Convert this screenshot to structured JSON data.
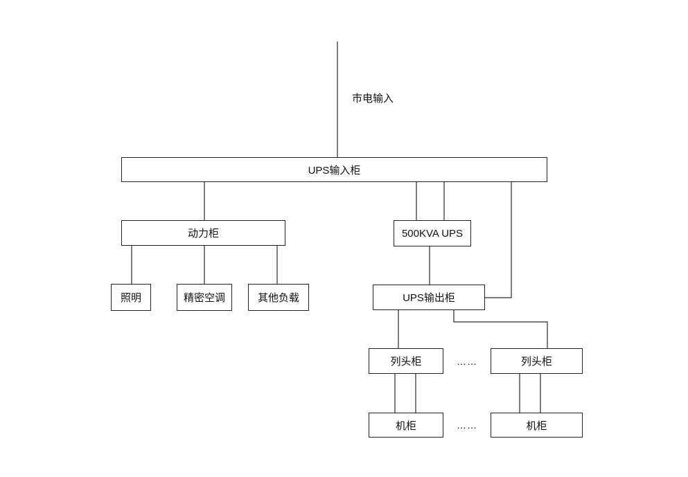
{
  "diagram": {
    "mains_label": "市电输入",
    "ellipsis_row_head": "……",
    "ellipsis_rack": "……",
    "nodes": {
      "ups_input": "UPS输入柜",
      "power_cabinet": "动力柜",
      "ups_500kva": "500KVA UPS",
      "ups_output": "UPS输出柜",
      "lighting": "照明",
      "precision_ac": "精密空调",
      "other_loads": "其他负载",
      "row_head_left": "列头柜",
      "row_head_right": "列头柜",
      "rack_left": "机柜",
      "rack_right": "机柜"
    }
  }
}
